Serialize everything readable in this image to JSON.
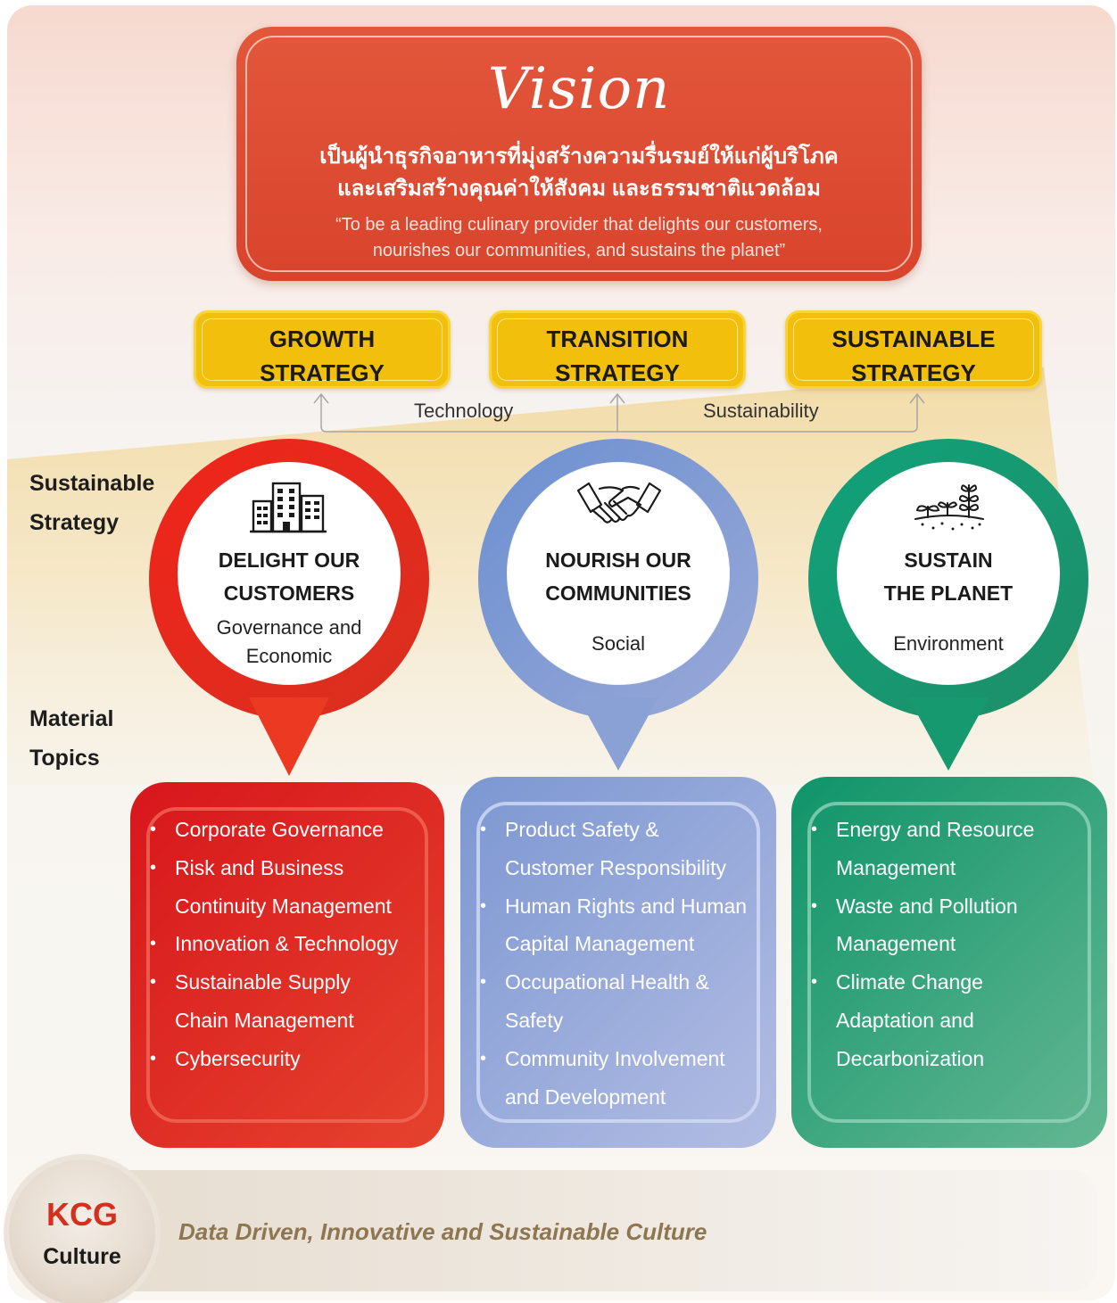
{
  "vision": {
    "title": "Vision",
    "thai_line1": "เป็นผู้นำธุรกิจอาหารที่มุ่งสร้างความรื่นรมย์ให้แก่ผู้บริโภค",
    "thai_line2": "และเสริมสร้างคุณค่าให้สังคม และธรรมชาติแวดล้อม",
    "english_line1": "“To be a leading culinary provider that delights our customers,",
    "english_line2": "nourishes our communities, and sustains the planet”"
  },
  "strategies": [
    {
      "line1": "GROWTH",
      "line2": "STRATEGY"
    },
    {
      "line1": "TRANSITION",
      "line2": "STRATEGY"
    },
    {
      "line1": "SUSTAINABLE",
      "line2": "STRATEGY"
    }
  ],
  "connectors": {
    "left": "Technology",
    "right": "Sustainability"
  },
  "side_labels": {
    "strategy_line1": "Sustainable",
    "strategy_line2": "Strategy",
    "topics_line1": "Material",
    "topics_line2": "Topics"
  },
  "pillars": [
    {
      "title_line1": "DELIGHT OUR",
      "title_line2": "CUSTOMERS",
      "sub_line1": "Governance and",
      "sub_line2": "Economic",
      "icon": "buildings-icon",
      "color": "#e8281d",
      "topics": [
        "Corporate Governance",
        "Risk and Business",
        "Continuity Management",
        "Innovation & Technology",
        "Sustainable Supply",
        "Chain Management",
        "Cybersecurity"
      ]
    },
    {
      "title_line1": "NOURISH OUR",
      "title_line2": "COMMUNITIES",
      "sub_line1": "Social",
      "icon": "handshake-icon",
      "color": "#7d9ad2",
      "topics": [
        "Product Safety &",
        "Customer Responsibility",
        "Human Rights and Human",
        "Capital Management",
        "Occupational Health &",
        "Safety",
        "Community Involvement",
        "and Development"
      ]
    },
    {
      "title_line1": "SUSTAIN",
      "title_line2": "THE PLANET",
      "sub_line1": "Environment",
      "icon": "plants-icon",
      "color": "#169a73",
      "topics": [
        "Energy and Resource",
        "Management",
        "Waste and Pollution",
        "Management",
        "Climate Change",
        "Adaptation and",
        "Decarbonization"
      ]
    }
  ],
  "culture": {
    "title": "KCG",
    "subtitle": "Culture",
    "tagline": "Data Driven, Innovative and Sustainable Culture",
    "accent": "#d4301e"
  }
}
